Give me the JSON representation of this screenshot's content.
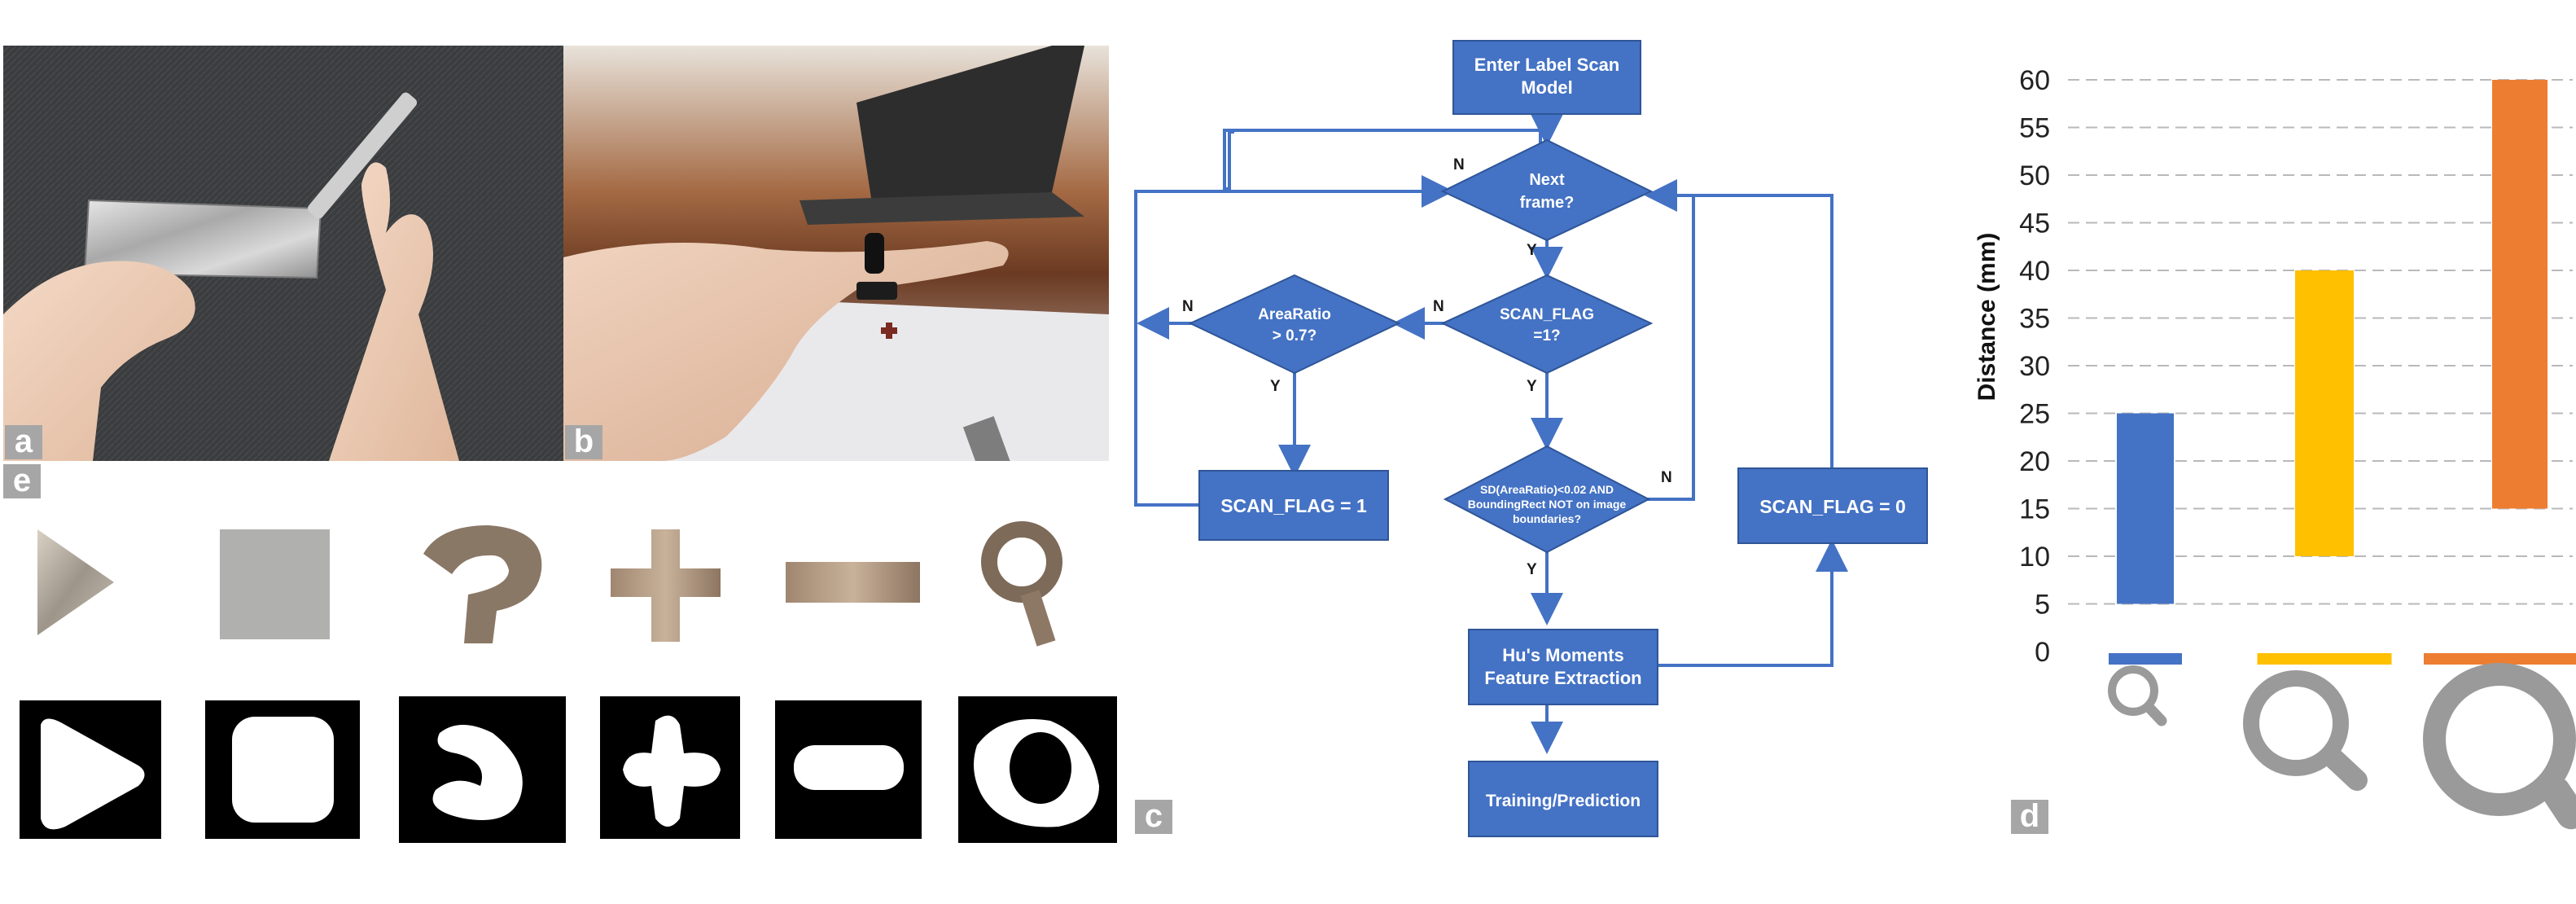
{
  "panels": {
    "a": "a",
    "b": "b",
    "c": "c",
    "d": "d",
    "e": "e"
  },
  "shapes_row": [
    "triangle",
    "square",
    "question-mark",
    "plus",
    "minus",
    "magnifier"
  ],
  "flowchart": {
    "enter": [
      "Enter Label Scan",
      "Model"
    ],
    "next_frame": [
      "Next",
      "frame?"
    ],
    "scan_flag_check": [
      "SCAN_FLAG",
      "=1?"
    ],
    "area_ratio": [
      "AreaRatio",
      "> 0.7?"
    ],
    "scan_flag_set1": "SCAN_FLAG = 1",
    "scan_flag_set0": "SCAN_FLAG = 0",
    "sd_check": [
      "SD(AreaRatio)<0.02 AND",
      "BoundingRect NOT on image",
      "boundaries?"
    ],
    "hu": [
      "Hu's Moments",
      "Feature Extraction"
    ],
    "training": "Training/Prediction",
    "yes": "Y",
    "no": "N"
  },
  "chart_data": {
    "type": "bar",
    "subtype": "floating-range",
    "categories": [
      "small",
      "medium",
      "large"
    ],
    "ranges": [
      [
        5,
        25
      ],
      [
        10,
        40
      ],
      [
        15,
        60
      ]
    ],
    "colors": [
      "#4472c4",
      "#ffc000",
      "#ed7d31"
    ],
    "ylabel": "Distance (mm)",
    "xlabel": "",
    "ylim": [
      0,
      60
    ],
    "yticks": [
      0,
      5,
      10,
      15,
      20,
      25,
      30,
      35,
      40,
      45,
      50,
      55,
      60
    ],
    "grid": true,
    "category_icons": [
      "magnifier-small",
      "magnifier-medium",
      "magnifier-large"
    ]
  }
}
